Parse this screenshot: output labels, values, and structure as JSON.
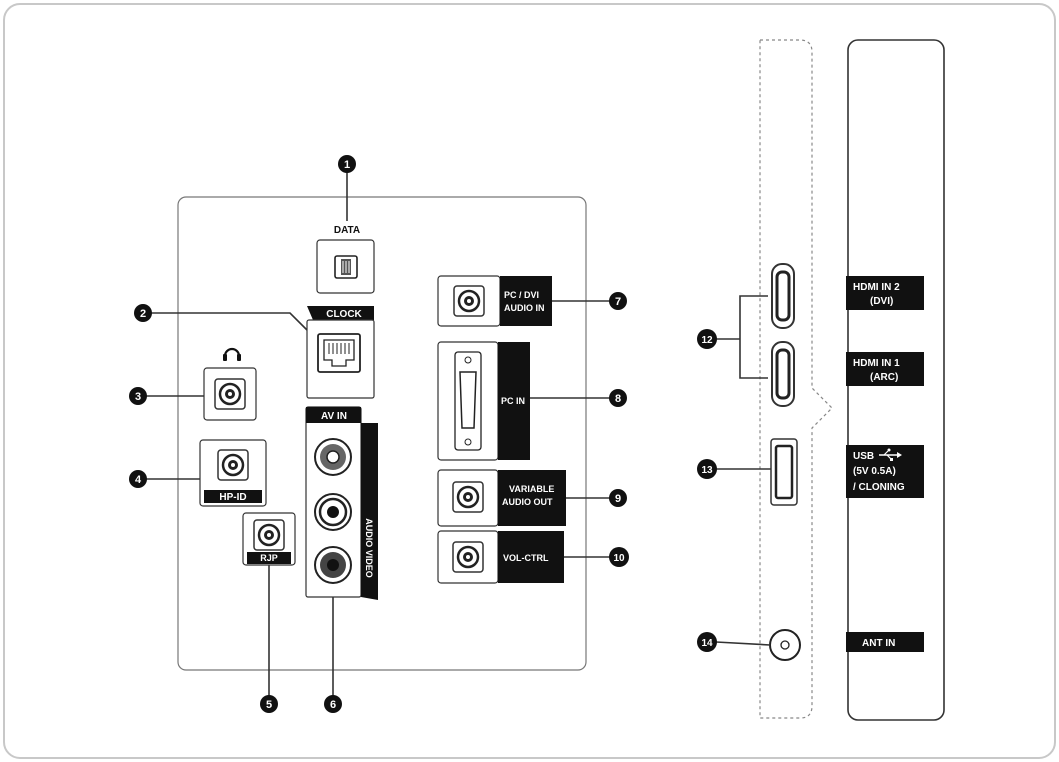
{
  "ports": {
    "data": "DATA",
    "clock": "CLOCK",
    "hp_id": "HP-ID",
    "rjp": "RJP",
    "av_in": "AV IN",
    "av_side": "AUDIO VIDEO",
    "pc_dvi_1": "PC / DVI",
    "pc_dvi_2": "AUDIO IN",
    "pc_in": "PC IN",
    "var_audio_1": "VARIABLE",
    "var_audio_2": "AUDIO OUT",
    "vol_ctrl": "VOL-CTRL",
    "hdmi2_1": "HDMI IN 2",
    "hdmi2_2": "(DVI)",
    "hdmi1_1": "HDMI IN 1",
    "hdmi1_2": "(ARC)",
    "usb_1": "USB",
    "usb_2": "(5V 0.5A)",
    "usb_3": "/ CLONING",
    "ant_in": "ANT IN"
  },
  "callouts": [
    "1",
    "2",
    "3",
    "4",
    "5",
    "6",
    "7",
    "8",
    "9",
    "10",
    "12",
    "13",
    "14"
  ],
  "icons": {
    "headphone": "headphone-icon",
    "usb": "usb-symbol-icon",
    "callout": "numbered-callout-icon"
  },
  "colors": {
    "line": "#333333",
    "label_bg": "#111111",
    "label_text": "#ffffff",
    "frame": "#c8c8c8"
  }
}
